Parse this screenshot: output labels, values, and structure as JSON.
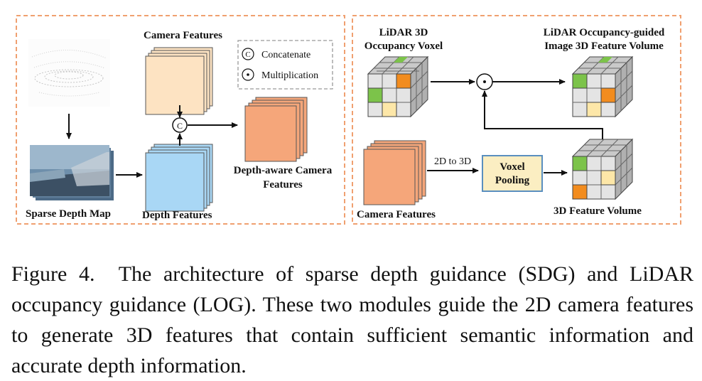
{
  "left_panel": {
    "camera_features": "Camera Features",
    "concat_symbol": "C",
    "legend_concatenate": "Concatenate",
    "legend_multiplication": "Multiplication",
    "sparse_depth_map": "Sparse Depth Map",
    "depth_features": "Depth Features",
    "depth_aware_line1": "Depth-aware Camera",
    "depth_aware_line2": "Features"
  },
  "right_panel": {
    "lidar_3d_line1": "LiDAR 3D",
    "lidar_3d_line2": "Occupancy Voxel",
    "guided_line1": "LiDAR Occupancy-guided",
    "guided_line2": "Image 3D Feature Volume",
    "two_d_to_three_d": "2D to 3D",
    "voxel_line1": "Voxel",
    "voxel_line2": "Pooling",
    "camera_features": "Camera Features",
    "feature_volume": "3D Feature Volume"
  },
  "caption": {
    "figure_label": "Figure 4.",
    "text": "The architecture of sparse depth guidance (SDG) and LiDAR occupancy guidance (LOG). These two modules guide the 2D camera features to generate 3D features that contain sufficient semantic information and accurate depth information."
  },
  "colors": {
    "panel_border": "#f0a070",
    "camera_feature": "#fde3c2",
    "depth_feature": "#a9d7f5",
    "depth_aware": "#f5a67a",
    "voxel_green": "#7cc34a",
    "voxel_orange": "#f28c1e",
    "voxel_yellow": "#fde7a8",
    "voxel_pooling_fill": "#fbeec2",
    "voxel_pooling_border": "#5a8fbf"
  }
}
